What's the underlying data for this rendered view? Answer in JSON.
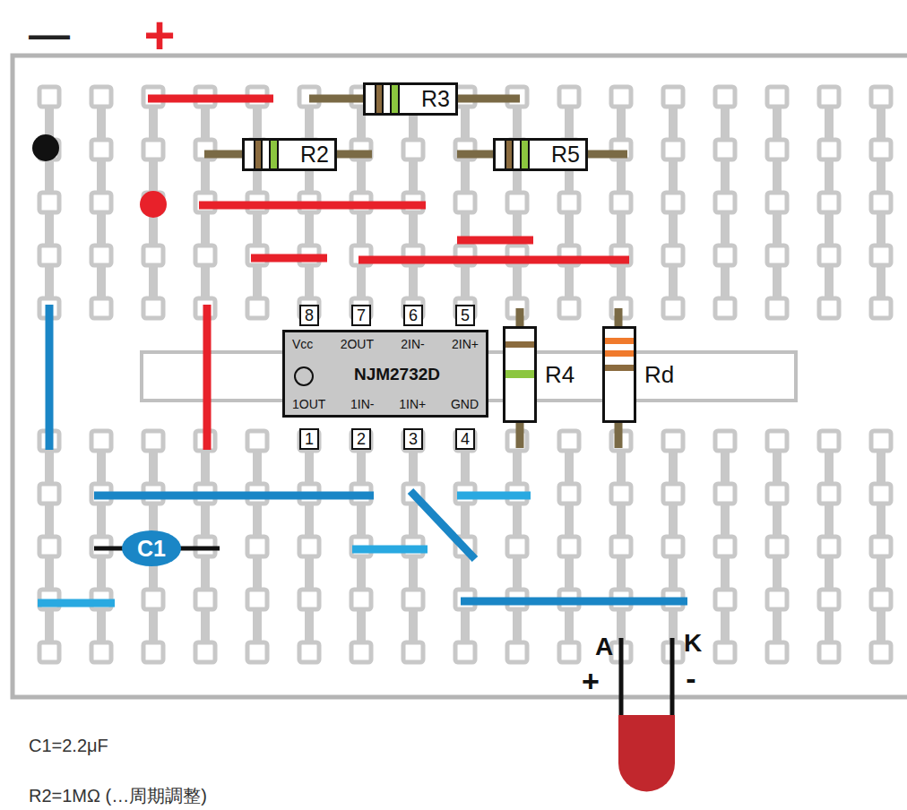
{
  "diagram": {
    "nodes": [
      {
        "text": [
          "R3"
        ]
      },
      {
        "text": [
          "R2"
        ]
      },
      {
        "text": [
          "R5"
        ]
      },
      {
        "text": [
          "Vcc",
          "2OUT",
          "2IN-",
          "2IN+",
          "NJM2732D",
          "1OUT",
          "1IN-",
          "1IN+",
          "GND"
        ]
      },
      {
        "text": [
          "R4"
        ]
      },
      {
        "text": [
          "Rd"
        ]
      },
      {
        "text": [
          "C1"
        ]
      }
    ],
    "labels": [
      "—",
      "+",
      "8",
      "7",
      "6",
      "5",
      "1",
      "2",
      "3",
      "4",
      "A",
      "+",
      "K",
      "-",
      "C1=2.2μF",
      "R2=1MΩ (…周期調整)"
    ]
  }
}
